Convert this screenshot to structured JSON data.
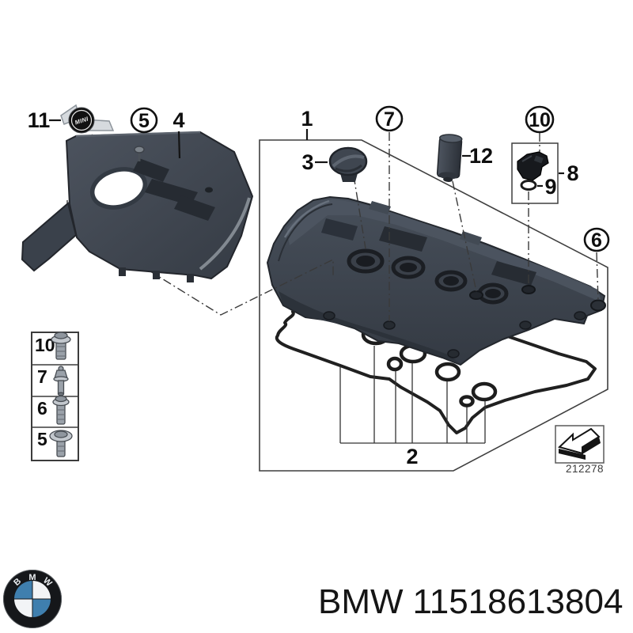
{
  "labels": {
    "item1": "1",
    "item2": "2",
    "item3": "3",
    "item4": "4",
    "item5": "5",
    "item6": "6",
    "item7": "7",
    "item8": "8",
    "item9": "9",
    "item10": "10",
    "item11": "11",
    "item12": "12"
  },
  "fastener_table": {
    "rows": [
      {
        "num": "10"
      },
      {
        "num": "7"
      },
      {
        "num": "6"
      },
      {
        "num": "5"
      }
    ]
  },
  "badge": {
    "text": "MINI"
  },
  "drawing_ref": {
    "number": "212278"
  },
  "footer": {
    "brand": "BMW",
    "part_number": "11518613804",
    "roundel_letters": {
      "b": "B",
      "m": "M",
      "w": "W"
    }
  },
  "colors": {
    "background": "#ffffff",
    "part_gray": "#3e444e",
    "part_dark": "#2c323a",
    "part_light": "#4e5661",
    "line": "#3a3a3a",
    "roundel_blue": "#3f7fae",
    "text": "#151515"
  }
}
